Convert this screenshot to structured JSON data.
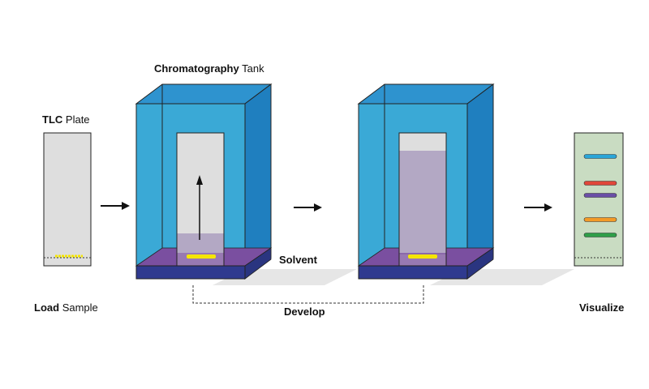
{
  "labels": {
    "tlc_bold": "TLC",
    "tlc_rest": "Plate",
    "tank_bold": "Chromatography",
    "tank_rest": "Tank",
    "solvent": "Solvent",
    "load_bold": "Load",
    "load_rest": "Sample",
    "develop": "Develop",
    "visualize": "Visualize"
  },
  "colors": {
    "tank_front": "#3aa9d6",
    "tank_side": "#1f7fbf",
    "tank_top": "#2e93cf",
    "tank_base": "#2f3a8f",
    "solvent": "#7a4fa0",
    "plate": "#dedede",
    "developed": "#b3a8c4",
    "sample_spot": "#f5e600",
    "visualized_plate": "#c9dcc2"
  },
  "bands": [
    {
      "name": "blue",
      "color": "#2aa6d8"
    },
    {
      "name": "red",
      "color": "#e0473a"
    },
    {
      "name": "purple",
      "color": "#6a4fa6"
    },
    {
      "name": "orange",
      "color": "#f39a27"
    },
    {
      "name": "green",
      "color": "#2e9e48"
    }
  ]
}
